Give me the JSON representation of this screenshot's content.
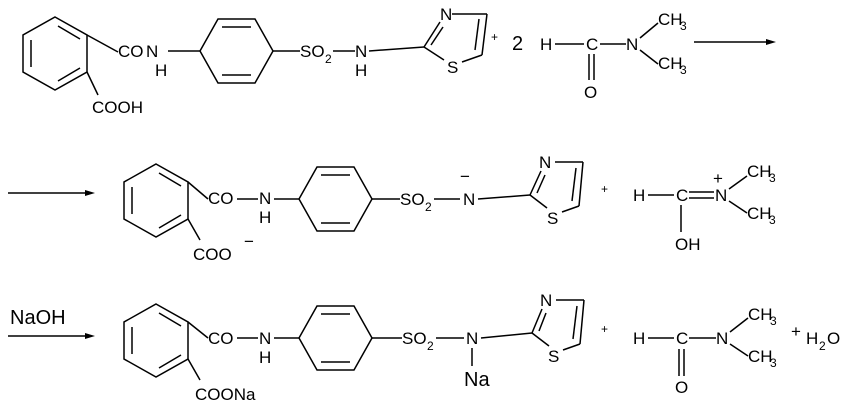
{
  "reaction_1": {
    "phthalyl_co": "CO",
    "phthalyl_n": "N",
    "phthalyl_h": "H",
    "phthalyl_cooh": "COOH",
    "so2": "SO",
    "so2_sub": "2",
    "sulfonamide_n": "N",
    "sulfonamide_h": "H",
    "thiazole_n": "N",
    "thiazole_s": "S",
    "plus": "+",
    "coefficient": "2",
    "dmf_h": "H",
    "dmf_c": "C",
    "dmf_n": "N",
    "dmf_o": "O",
    "dmf_ch3_top": "CH",
    "dmf_ch3_bottom": "CH",
    "ch3_sub": "3"
  },
  "reaction_2": {
    "co": "CO",
    "n": "N",
    "h": "H",
    "coo": "COO",
    "coo_charge": "−",
    "so2": "SO",
    "so2_sub": "2",
    "sulfonamide_n": "N",
    "n_charge": "−",
    "thiazole_n": "N",
    "thiazole_s": "S",
    "plus": "+",
    "dmf_h": "H",
    "dmf_c": "C",
    "dmf_n": "N",
    "dmf_n_charge": "+",
    "dmf_oh": "OH",
    "dmf_ch3_top": "CH",
    "dmf_ch3_bottom": "CH",
    "ch3_sub": "3"
  },
  "reaction_3": {
    "reagent": "NaOH",
    "co": "CO",
    "n": "N",
    "h": "H",
    "coona": "COONa",
    "so2": "SO",
    "so2_sub": "2",
    "sulfonamide_n": "N",
    "na": "Na",
    "thiazole_n": "N",
    "thiazole_s": "S",
    "plus": "+",
    "dmf_h": "H",
    "dmf_c": "C",
    "dmf_n": "N",
    "dmf_o": "O",
    "dmf_ch3_top": "CH",
    "dmf_ch3_bottom": "CH",
    "ch3_sub": "3",
    "plus_water": "+",
    "water_h": "H",
    "water_sub": "2",
    "water_o": "O"
  }
}
